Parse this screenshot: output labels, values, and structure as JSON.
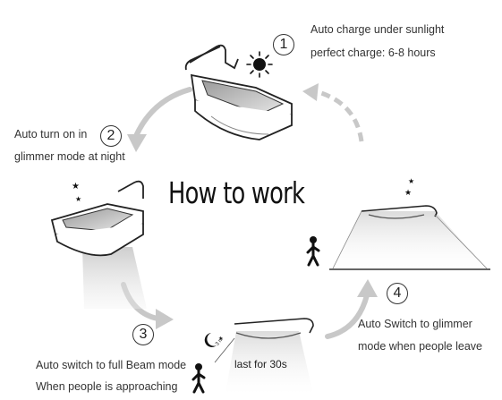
{
  "title": "How to work",
  "steps": [
    {
      "number": "1",
      "line1": "Auto charge under sunlight",
      "line2": "perfect charge: 6-8 hours"
    },
    {
      "number": "2",
      "line1": "Auto turn on in",
      "line2": "glimmer mode at night"
    },
    {
      "number": "3",
      "line1": "Auto switch to full Beam mode",
      "line2": "When people is approaching"
    },
    {
      "number": "4",
      "line1": "Auto Switch to glimmer",
      "line2": "mode when people leave"
    }
  ],
  "beam_note": "last for 30s",
  "distance_note": "3 m",
  "icons": [
    "sun-icon",
    "moon-stars-icon",
    "person-icon",
    "solar-light-icon",
    "cycle-arrow-icon"
  ],
  "colors": {
    "arrow": "#c8c8c8",
    "outline": "#222222",
    "beam": "#d9d9d9",
    "floor_line": "#666666"
  }
}
